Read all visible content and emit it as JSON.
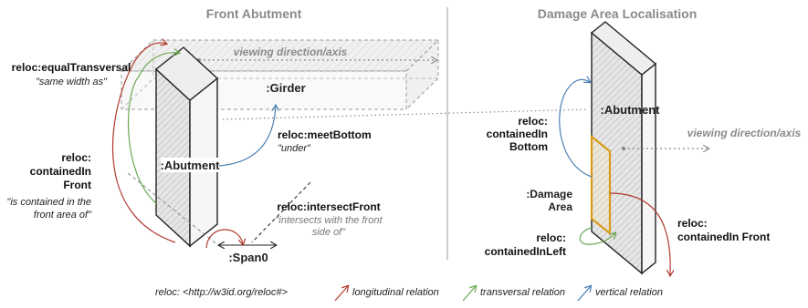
{
  "panels": {
    "left_title": "Front Abutment",
    "right_title": "Damage Area Localisation"
  },
  "left": {
    "viewing_label": "viewing direction/axis",
    "girder_label": ":Girder",
    "abutment_label": ":Abutment",
    "span_label": ":Span0",
    "equal_transversal": {
      "name": "reloc:equalTransversal",
      "desc": "\"same width as\""
    },
    "meet_bottom": {
      "name": "reloc:meetBottom",
      "desc": "\"under\""
    },
    "contained_front": {
      "name_1": "reloc:",
      "name_2": "containedIn",
      "name_3": "Front",
      "desc_1": "\"is contained in the",
      "desc_2": "front area of\""
    },
    "intersect_front": {
      "name": "reloc:intersectFront",
      "desc_1": "\"intersects with the front",
      "desc_2": "side of\""
    }
  },
  "right": {
    "abutment_label": ":Abutment",
    "viewing_label": "viewing direction/axis",
    "damage_1": ":Damage",
    "damage_2": "Area",
    "contained_bottom": {
      "name_1": "reloc:",
      "name_2": "containedIn",
      "name_3": "Bottom"
    },
    "contained_left": {
      "name_1": "reloc:",
      "name_2": "containedInLeft"
    },
    "contained_front": {
      "name_1": "reloc:",
      "name_2": "containedIn Front"
    }
  },
  "legend": {
    "namespace": "reloc: <http://w3id.org/reloc#>",
    "longitudinal": "longitudinal relation",
    "transversal": "transversal relation",
    "vertical": "vertical relation"
  },
  "colors": {
    "longitudinal": "#b03a2e",
    "transversal": "#6aa84f",
    "vertical": "#4a7fb5",
    "damage": "#d89b1a",
    "title": "#8a8a8a"
  }
}
